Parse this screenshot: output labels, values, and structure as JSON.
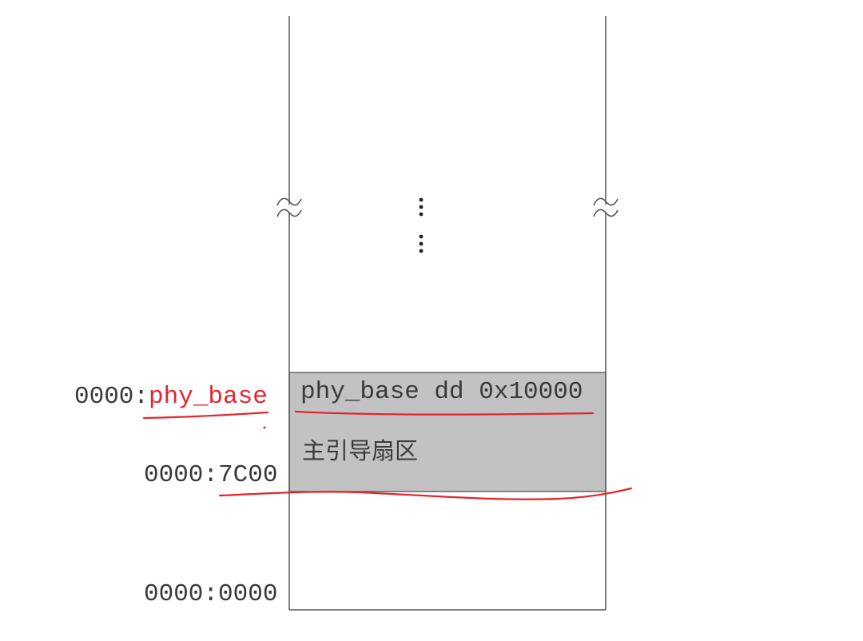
{
  "labels": {
    "phy_base_address": {
      "segment": "0000:",
      "symbol": "phy_base"
    },
    "boot_sector_address": "0000:7C00",
    "zero_address": "0000:0000"
  },
  "box": {
    "definition_line": "phy_base dd 0x10000",
    "region_label": "主引导扇区"
  },
  "colors": {
    "annotation_red": "#e2262d",
    "box_fill": "#c2c2c2",
    "line": "#555555",
    "text": "#3a3a3a",
    "background": "#ffffff"
  }
}
